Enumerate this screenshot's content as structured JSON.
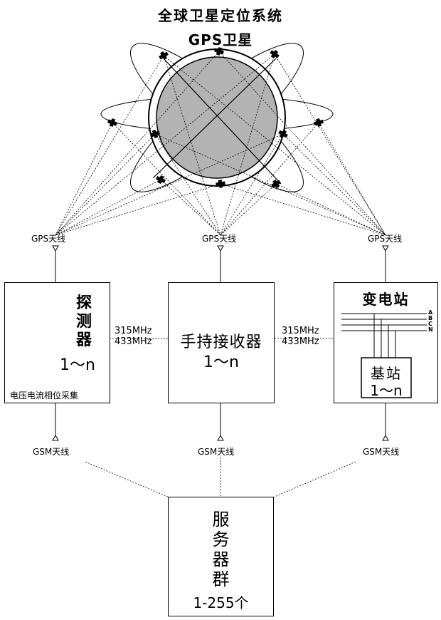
{
  "title": "全球卫星定位系统",
  "satellite_label": "GPS卫星",
  "gps_antennas": [
    {
      "label": "GPS天线"
    },
    {
      "label": "GPS天线"
    },
    {
      "label": "GPS天线"
    }
  ],
  "detector": {
    "title_chars": [
      "探",
      "测",
      "器"
    ],
    "count": "1～n",
    "caption": "电压电流相位采集"
  },
  "handheld": {
    "title": "手持接收器",
    "count": "1～n"
  },
  "substation": {
    "title": "变电站",
    "bus_labels": [
      "A",
      "B",
      "C",
      "N"
    ],
    "base_station_title": "基站",
    "base_station_count": "1～n"
  },
  "frequencies": {
    "left": [
      "315MHz",
      "433MHz"
    ],
    "right": [
      "315MHz",
      "433MHz"
    ]
  },
  "gsm_antennas": [
    {
      "label": "GSM天线"
    },
    {
      "label": "GSM天线"
    },
    {
      "label": "GSM天线"
    }
  ],
  "server": {
    "title_chars": [
      "服",
      "务",
      "器",
      "群"
    ],
    "count": "1-255个"
  },
  "colors": {
    "earth_fill": "#b3b3b3",
    "line": "#000000"
  }
}
